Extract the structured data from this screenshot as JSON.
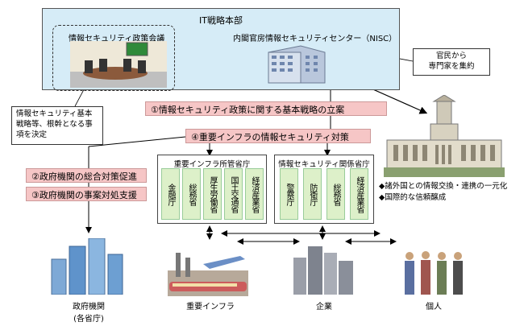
{
  "hq": {
    "title": "IT戦略本部",
    "council_label": "情報セキュリティ政策会議",
    "nisc_label": "内閣官房情報セキュリティセンター（NISC）"
  },
  "callouts": {
    "decide_lines": [
      "情報セキュリティ基本",
      "戦略等、根幹となる事",
      "項を決定"
    ],
    "expert_lines": [
      "官民から",
      "専門家を集約"
    ]
  },
  "policies": {
    "p1": "①情報セキュリティ政策に関する基本戦略の立案",
    "p4": "④重要インフラの情報セキュリティ対策",
    "p2": "②政府機関の総合対策促進",
    "p3": "③政府機関の事案対処支援"
  },
  "infra_group": {
    "title": "重要インフラ所管省庁",
    "items": [
      "金融庁",
      "総務省",
      "厚生労働省",
      "国土交通省",
      "経済産業省"
    ]
  },
  "sec_group": {
    "title": "情報セキュリティ関係省庁",
    "items": [
      "警察庁",
      "防衛庁",
      "総務省",
      "経済産業省"
    ]
  },
  "bullets": [
    "◆諸外国との情報交換・連携の一元化",
    "◆国際的な信頼醸成"
  ],
  "entities": {
    "gov": [
      "政府機関",
      "(各省庁)"
    ],
    "infra": "重要インフラ",
    "company": "企業",
    "individual": "個人"
  }
}
